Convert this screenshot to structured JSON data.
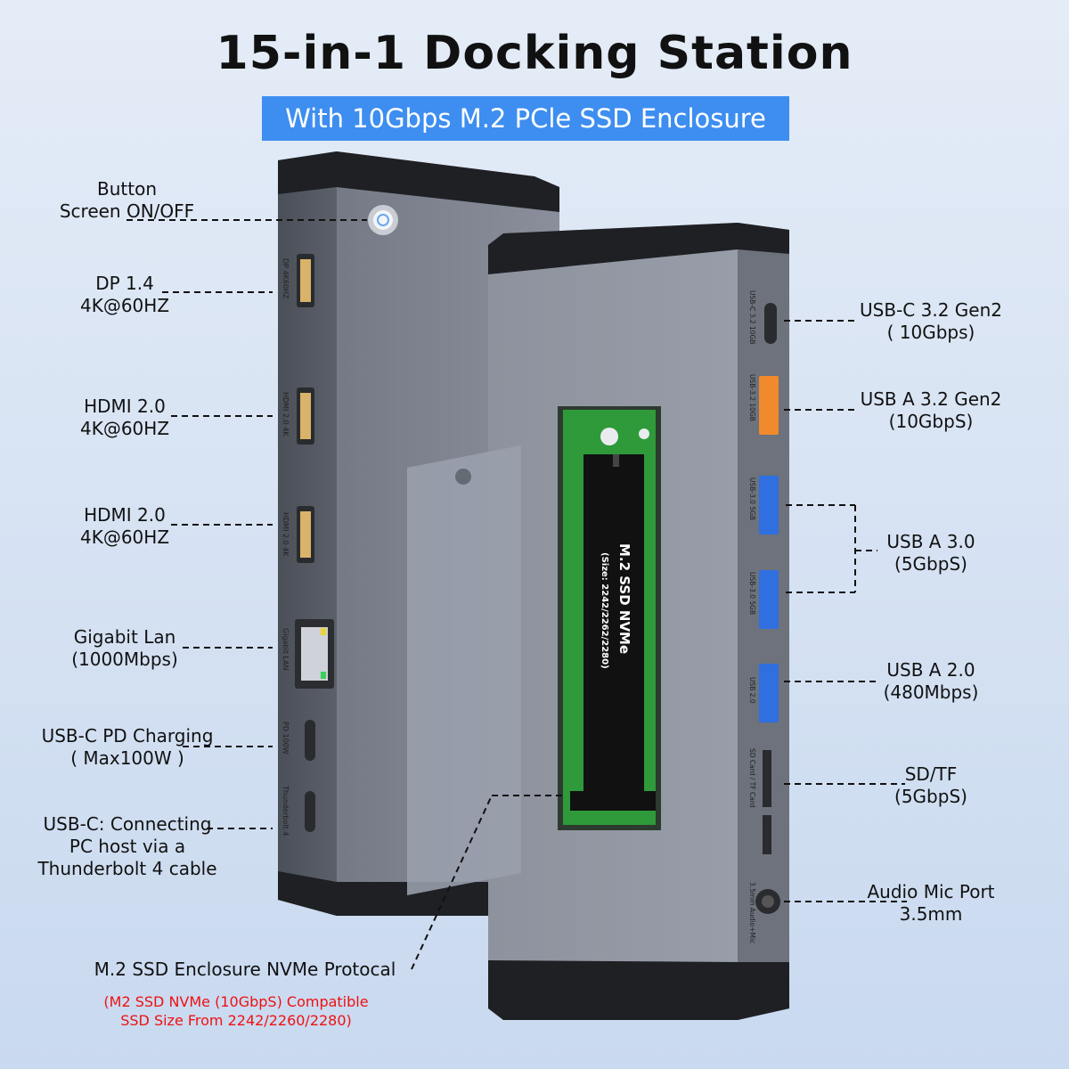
{
  "title": "15-in-1 Docking Station",
  "subtitle": "With 10Gbps M.2 PCle SSD Enclosure",
  "colors": {
    "accent": "#3d8ef0",
    "usb3": "#2f6fe0",
    "usb32a": "#f08a2c",
    "note": "#ee1111",
    "pcb": "#2f9a3a"
  },
  "left_labels": [
    {
      "line1": "Button",
      "line2": "Screen ON/OFF"
    },
    {
      "line1": "DP 1.4",
      "line2": "4K@60HZ"
    },
    {
      "line1": "HDMI 2.0",
      "line2": "4K@60HZ"
    },
    {
      "line1": "HDMI 2.0",
      "line2": "4K@60HZ"
    },
    {
      "line1": "Gigabit Lan",
      "line2": "(1000Mbps)"
    },
    {
      "line1": "USB-C PD Charging",
      "line2": "( Max100W )"
    },
    {
      "line1": "USB-C: Connecting",
      "line2": "PC host via a",
      "line3": "Thunderbolt 4 cable"
    }
  ],
  "right_labels": [
    {
      "line1": "USB-C 3.2 Gen2",
      "line2": "( 10Gbps)"
    },
    {
      "line1": "USB A 3.2 Gen2",
      "line2": "(10GbpS)"
    },
    {
      "line1": "USB A 3.0",
      "line2": "(5GbpS)"
    },
    {
      "line1": "USB A 2.0",
      "line2": "(480Mbps)"
    },
    {
      "line1": "SD/TF",
      "line2": "(5GbpS)"
    },
    {
      "line1": "Audio Mic Port",
      "line2": "3.5mm"
    }
  ],
  "bottom": {
    "label": "M.2 SSD Enclosure NVMe Protocal",
    "note1": "(M2 SSD NVMe (10GbpS) Compatible",
    "note2": "SSD Size From 2242/2260/2280)"
  },
  "device": {
    "left_port_labels": [
      "DP 4K60HZ",
      "HDMI 2.0 4K",
      "HDMI 2.0 4K",
      "Gigabit LAN",
      "PD 100W",
      "Thunderbolt 4"
    ],
    "right_port_labels": [
      "USB-C 3.2 10GB",
      "USB-3.2 10GB",
      "USB-3.0 5GB",
      "USB-3.0 5GB",
      "USB 2.0",
      "SD Card / TF Card",
      "3.5mm Audio+Mic"
    ],
    "ssd_title": "M.2 SSD NVMe",
    "ssd_size": "(Size: 2242/2262/2280)"
  }
}
